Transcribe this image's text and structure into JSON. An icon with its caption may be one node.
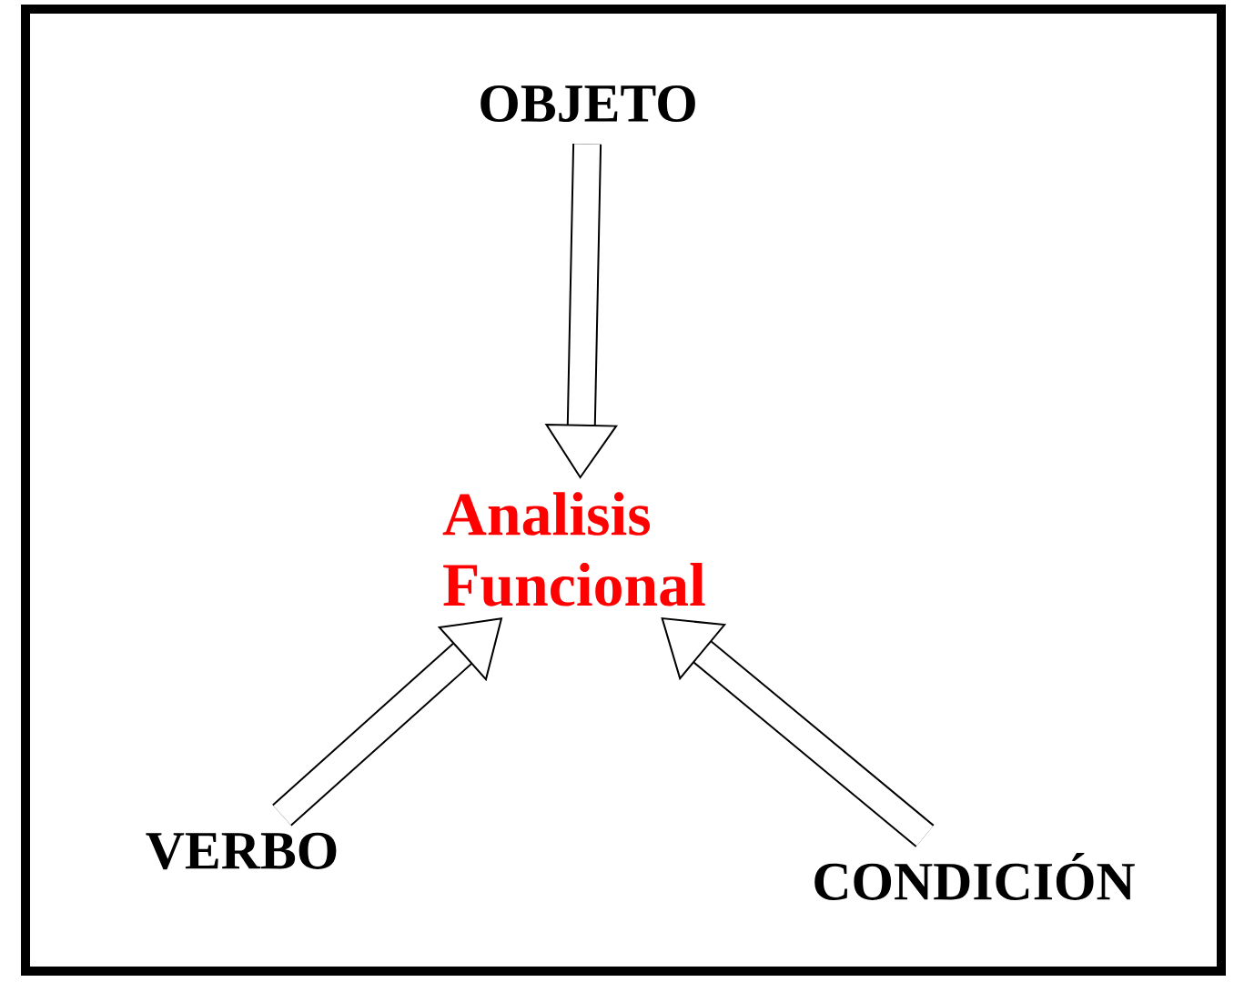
{
  "diagram": {
    "nodes": [
      {
        "text": [
          "OBJETO"
        ]
      },
      {
        "text": [
          "Analisis Funcional"
        ]
      },
      {
        "text": [
          "VERBO"
        ]
      },
      {
        "text": [
          "CONDICIÓN"
        ]
      }
    ],
    "edges": [
      {
        "from": 0,
        "to": 1,
        "arrow": "to"
      },
      {
        "from": 2,
        "to": 1,
        "arrow": "to"
      },
      {
        "from": 3,
        "to": 1,
        "arrow": "to"
      }
    ]
  }
}
